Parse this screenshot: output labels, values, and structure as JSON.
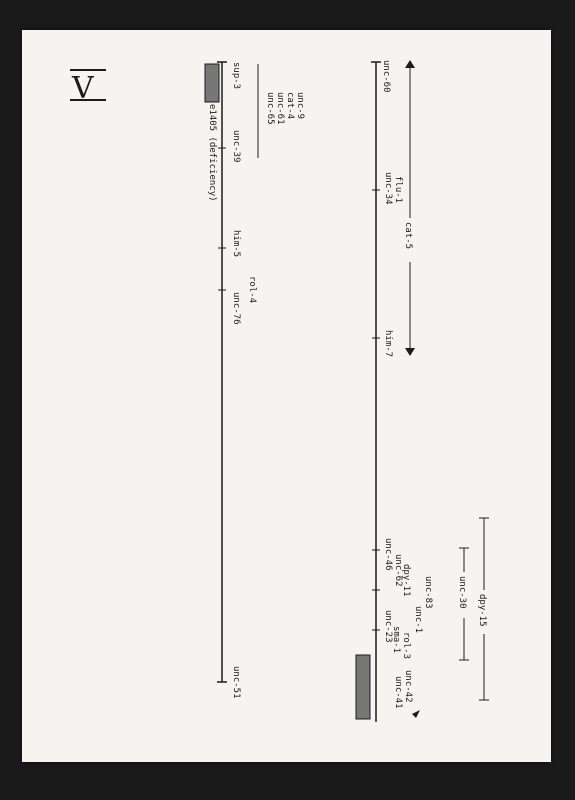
{
  "chromosome": {
    "numeral": "V",
    "lower_line": {
      "left_end": "sup-3",
      "right_end": "unc-51",
      "deficiency": "e1405 (deficiency)",
      "top_stack": [
        "unc-39",
        "unc-65",
        "unc-61",
        "cat-4",
        "unc-9"
      ],
      "middle_pair": [
        "him-5",
        "rol-4",
        "unc-76"
      ]
    },
    "upper_line": {
      "left_end": "unc-60",
      "left_markers": [
        "flu-1",
        "unc-34"
      ],
      "span_label": "cat-5",
      "center_marker": "him-7",
      "cluster": [
        "unc-46",
        "unc-62",
        "dpy-11",
        "unc-1",
        "unc-83",
        "unc-23",
        "unc-42",
        "sma-1",
        "rol-3",
        "unc-41"
      ],
      "bracket_labels": [
        "unc-30",
        "dpy-15"
      ]
    }
  },
  "colors": {
    "ink": "#1b1b1b",
    "paper": "#f5f4f0",
    "frame": "#1a1a1a"
  }
}
